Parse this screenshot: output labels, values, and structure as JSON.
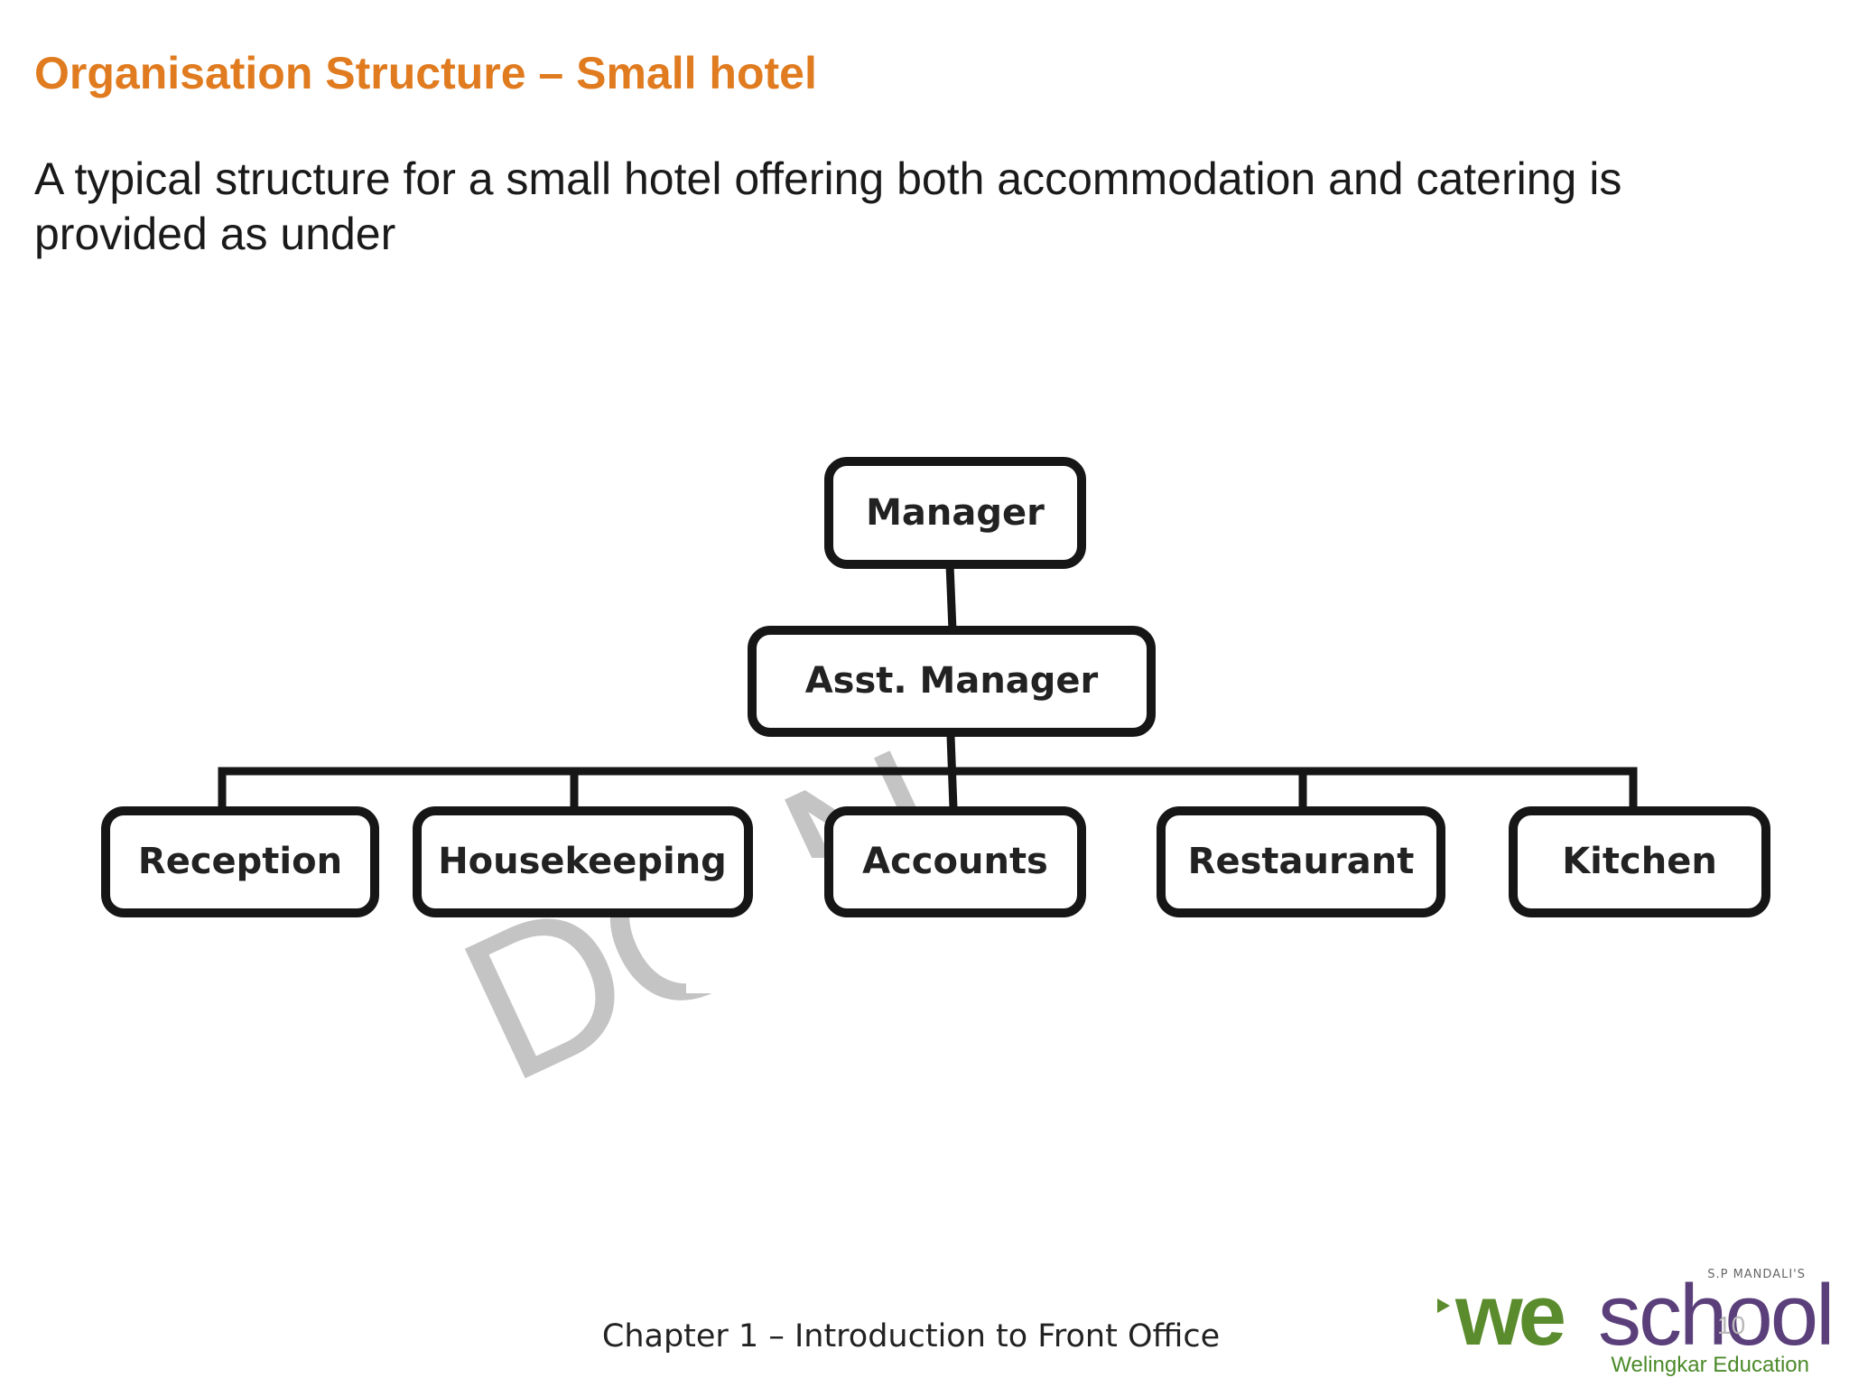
{
  "slide": {
    "title": "Organisation Structure – Small hotel",
    "intro": "A  typical structure for a small hotel offering both accommodation and catering is provided as under",
    "watermark": "DO N",
    "footer": "Chapter 1 – Introduction to Front Office",
    "page_number": "10"
  },
  "org_chart": {
    "top": "Manager",
    "second": "Asst. Manager",
    "departments": [
      "Reception",
      "Housekeeping",
      "Accounts",
      "Restaurant",
      "Kitchen"
    ]
  },
  "logo": {
    "tagline": "S.P MANDALI'S",
    "word_a": "we",
    "word_b": "school",
    "subtitle": "Welingkar Education",
    "colors": {
      "we": "#5a8b2c",
      "school": "#5b3f7a"
    }
  },
  "colors": {
    "title": "#e07b1f",
    "box_stroke": "#161616",
    "watermark": "#c4c4c4"
  }
}
